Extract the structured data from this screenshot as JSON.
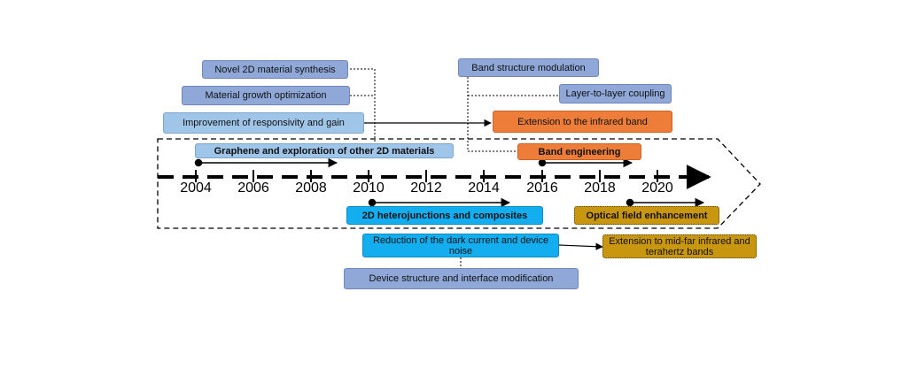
{
  "years": [
    "2004",
    "2006",
    "2008",
    "2010",
    "2012",
    "2014",
    "2016",
    "2018",
    "2020"
  ],
  "boxes": {
    "novel_synthesis": "Novel 2D material synthesis",
    "growth_optimization": "Material growth optimization",
    "responsivity_gain": "Improvement of responsivity and gain",
    "graphene": "Graphene and exploration of other 2D materials",
    "band_structure_modulation": "Band structure modulation",
    "layer_coupling": "Layer-to-layer coupling",
    "infrared_extension": "Extension to the infrared band",
    "band_engineering": "Band engineering",
    "heterojunctions": "2D heterojunctions and composites",
    "optical_field": "Optical field enhancement",
    "dark_current": "Reduction of the dark current and device noise",
    "mid_far_ir": "Extension to mid-far infrared and terahertz bands",
    "device_structure": "Device structure and interface modification"
  },
  "colors": {
    "periwinkle": "#8fa8d8",
    "light_blue": "#9fc5e8",
    "orange": "#ee7d3a",
    "cyan": "#12aef0",
    "gold": "#c9960f"
  }
}
